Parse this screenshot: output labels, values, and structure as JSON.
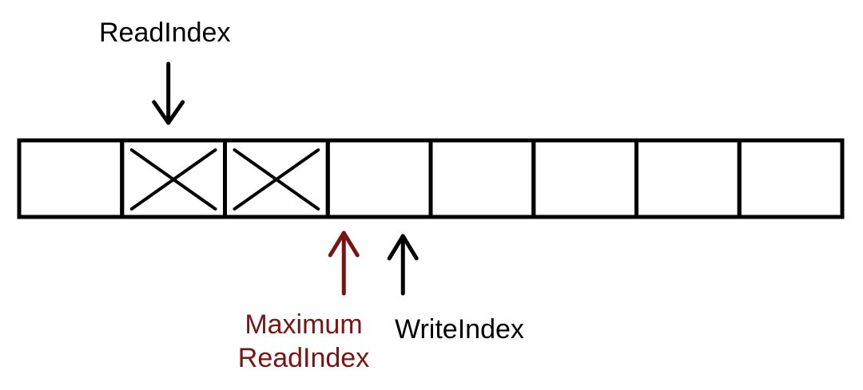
{
  "diagram": {
    "cell_count": 8,
    "filled_cells": [
      1,
      2
    ],
    "colors": {
      "line": "#000000",
      "max_read_index": "#7a1414",
      "background": "#ffffff"
    },
    "labels": {
      "read_index": "ReadIndex",
      "max_read_index_line1": "Maximum",
      "max_read_index_line2": "ReadIndex",
      "write_index": "WriteIndex"
    },
    "pointers": {
      "read_index_cell": 1,
      "max_read_index_boundary": 3,
      "write_index_cell": 3
    }
  }
}
